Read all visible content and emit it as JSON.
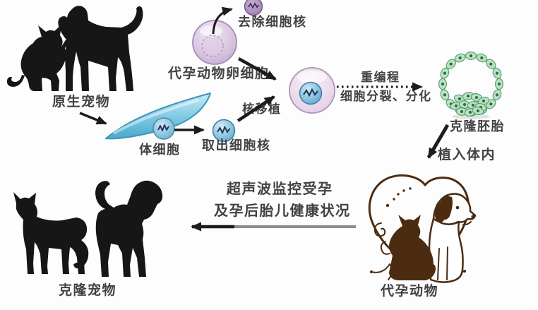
{
  "labels": {
    "original_pets": "原生宠物",
    "somatic_cell": "体细胞",
    "extract_nucleus": "取出细胞核",
    "egg_cell": "代孕动物卵细胞",
    "remove_nucleus": "去除细胞核",
    "nuclear_transfer": "核移植",
    "reprogramming": "重编程",
    "division": "细胞分裂、分化",
    "clone_embryo": "克隆胚胎",
    "implant": "植入体内",
    "surrogate_animal": "代孕动物",
    "monitor_line1": "超声波监控受孕",
    "monitor_line2": "及孕后胎儿健康状况",
    "cloned_pets": "克隆宠物"
  },
  "flow_edges": [
    "原生宠物 → 体细胞",
    "体细胞 → 取出细胞核",
    "代孕动物卵细胞 → 去除细胞核",
    "代孕动物卵细胞 → (核移植) 重组细胞",
    "取出细胞核 → (核移植) 重组细胞",
    "重组细胞 → 重编程 / 细胞分裂、分化 → 克隆胚胎",
    "克隆胚胎 → 植入体内 → 代孕动物",
    "代孕动物 → 超声波监控受孕及孕后胎儿健康状况 → 克隆宠物"
  ],
  "illustrations": {
    "original_pets": "black cat and dog silhouettes",
    "somatic_cell": "blue spindle-shaped cell with DNA nucleus",
    "egg_cell": "purple egg cell with dashed nucleus",
    "removed_nucleus": "small purple nucleus with DNA",
    "extracted_nucleus": "small blue nucleus with DNA",
    "reconstructed_cell": "pink cell with blue DNA nucleus",
    "clone_embryo": "green blastocyst cell ring",
    "surrogate_animal": "brown heart with dog and cat",
    "cloned_pets": "black cat and dog silhouettes walking"
  },
  "colors": {
    "background": "#fdfdfd",
    "text": "#424242",
    "silhouette": "#161616",
    "arrow_black": "#1c1c1c",
    "arrow_gray": "#8d8d8d",
    "somatic_cell_blue": "#6fc2de",
    "egg_cell_purple": "#c7afd3",
    "nucleus_purple": "#9a7cb1",
    "nucleus_blue": "#5fa9d2",
    "reconstructed_cell_pink": "#e8d8e9",
    "embryo_green": "#b9e2c1",
    "surrogate_brown": "#4b2c10"
  }
}
